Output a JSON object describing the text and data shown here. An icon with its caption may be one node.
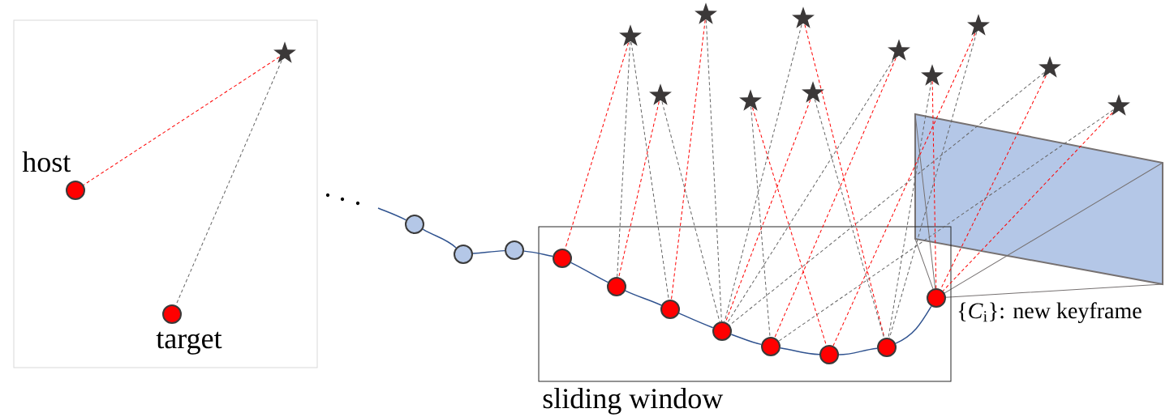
{
  "diagram": {
    "nodes": [
      {
        "text": [],
        "shape": "box"
      },
      {
        "text": [],
        "shape": "star",
        "in": 0
      },
      {
        "text": [],
        "shape": "circle",
        "in": 0,
        "beside": [
          "host"
        ]
      },
      {
        "text": [],
        "shape": "circle",
        "in": 0,
        "beside": [
          "target"
        ]
      },
      {
        "text": [],
        "shape": "star"
      },
      {
        "text": [],
        "shape": "star"
      },
      {
        "text": [],
        "shape": "star"
      },
      {
        "text": [],
        "shape": "star"
      },
      {
        "text": [],
        "shape": "star"
      },
      {
        "text": [],
        "shape": "star"
      },
      {
        "text": [],
        "shape": "star"
      },
      {
        "text": [],
        "shape": "star"
      },
      {
        "text": [],
        "shape": "star"
      },
      {
        "text": [],
        "shape": "star"
      },
      {
        "text": [],
        "shape": "star"
      },
      {
        "text": [],
        "shape": "circle"
      },
      {
        "text": [],
        "shape": "circle"
      },
      {
        "text": [],
        "shape": "circle"
      },
      {
        "text": [
          "sliding window"
        ]
      },
      {
        "text": [],
        "shape": "circle",
        "in": 18
      },
      {
        "text": [],
        "shape": "circle",
        "in": 18
      },
      {
        "text": [],
        "shape": "circle",
        "in": 18
      },
      {
        "text": [],
        "shape": "circle",
        "in": 18
      },
      {
        "text": [],
        "shape": "circle",
        "in": 18
      },
      {
        "text": [],
        "shape": "circle",
        "in": 18
      },
      {
        "text": [],
        "shape": "circle",
        "in": 18
      },
      {
        "text": [],
        "shape": "circle",
        "in": 18,
        "beside": [
          "{*C*$_{i}$}: new keyframe"
        ]
      }
    ],
    "edges": [
      {
        "from": 1,
        "to": 2,
        "arrow": "none",
        "style": "dashed",
        "color": "#ff0000"
      },
      {
        "from": 1,
        "to": 3,
        "arrow": "none",
        "style": "dashed"
      },
      {
        "from": 4,
        "to": 19,
        "arrow": "none",
        "style": "dashed",
        "color": "#ff0000"
      },
      {
        "from": 4,
        "to": 20,
        "arrow": "none",
        "style": "dashed"
      },
      {
        "from": 4,
        "to": 21,
        "arrow": "none",
        "style": "dashed"
      },
      {
        "from": 5,
        "to": 20,
        "arrow": "none",
        "style": "dashed",
        "color": "#ff0000"
      },
      {
        "from": 5,
        "to": 22,
        "arrow": "none",
        "style": "dashed"
      },
      {
        "from": 6,
        "to": 21,
        "arrow": "none",
        "style": "dashed",
        "color": "#ff0000"
      },
      {
        "from": 6,
        "to": 22,
        "arrow": "none",
        "style": "dashed"
      },
      {
        "from": 7,
        "to": 23,
        "arrow": "none",
        "style": "dashed"
      },
      {
        "from": 7,
        "to": 24,
        "arrow": "none",
        "style": "dashed",
        "color": "#ff0000"
      },
      {
        "from": 8,
        "to": 22,
        "arrow": "none",
        "style": "dashed"
      },
      {
        "from": 8,
        "to": 25,
        "arrow": "none",
        "style": "dashed",
        "color": "#ff0000"
      },
      {
        "from": 9,
        "to": 22,
        "arrow": "none",
        "style": "dashed",
        "color": "#ff0000"
      },
      {
        "from": 9,
        "to": 25,
        "arrow": "none",
        "style": "dashed"
      },
      {
        "from": 10,
        "to": 22,
        "arrow": "none",
        "style": "dashed"
      },
      {
        "from": 10,
        "to": 23,
        "arrow": "none",
        "style": "dashed",
        "color": "#ff0000"
      },
      {
        "from": 11,
        "to": 25,
        "arrow": "none",
        "style": "dashed"
      },
      {
        "from": 11,
        "to": 26,
        "arrow": "none",
        "style": "dashed",
        "color": "#ff0000"
      },
      {
        "from": 12,
        "to": 24,
        "arrow": "none",
        "style": "dashed",
        "color": "#ff0000"
      },
      {
        "from": 12,
        "to": 25,
        "arrow": "none",
        "style": "dashed"
      },
      {
        "from": 13,
        "to": 22,
        "arrow": "none",
        "style": "dashed"
      },
      {
        "from": 13,
        "to": 26,
        "arrow": "none",
        "style": "dashed",
        "color": "#ff0000"
      },
      {
        "from": 14,
        "to": 23,
        "arrow": "none",
        "style": "dashed"
      },
      {
        "from": 14,
        "to": 26,
        "arrow": "none",
        "style": "dashed",
        "color": "#ff0000"
      },
      {
        "from": null,
        "to": 15,
        "arrow": "none",
        "color": "#2f528f"
      },
      {
        "from": 15,
        "to": 16,
        "arrow": "none",
        "color": "#2f528f"
      },
      {
        "from": 16,
        "to": 17,
        "arrow": "none",
        "color": "#2f528f"
      },
      {
        "from": 17,
        "to": 19,
        "arrow": "none",
        "color": "#2f528f"
      },
      {
        "from": 19,
        "to": 20,
        "arrow": "none",
        "color": "#2f528f"
      },
      {
        "from": 20,
        "to": 21,
        "arrow": "none",
        "color": "#2f528f"
      },
      {
        "from": 21,
        "to": 22,
        "arrow": "none",
        "color": "#2f528f"
      },
      {
        "from": 22,
        "to": 23,
        "arrow": "none",
        "color": "#2f528f"
      },
      {
        "from": 23,
        "to": 24,
        "arrow": "none",
        "color": "#2f528f"
      },
      {
        "from": 24,
        "to": 25,
        "arrow": "none",
        "color": "#2f528f"
      },
      {
        "from": 25,
        "to": 26,
        "arrow": "none",
        "color": "#2f528f"
      }
    ]
  }
}
